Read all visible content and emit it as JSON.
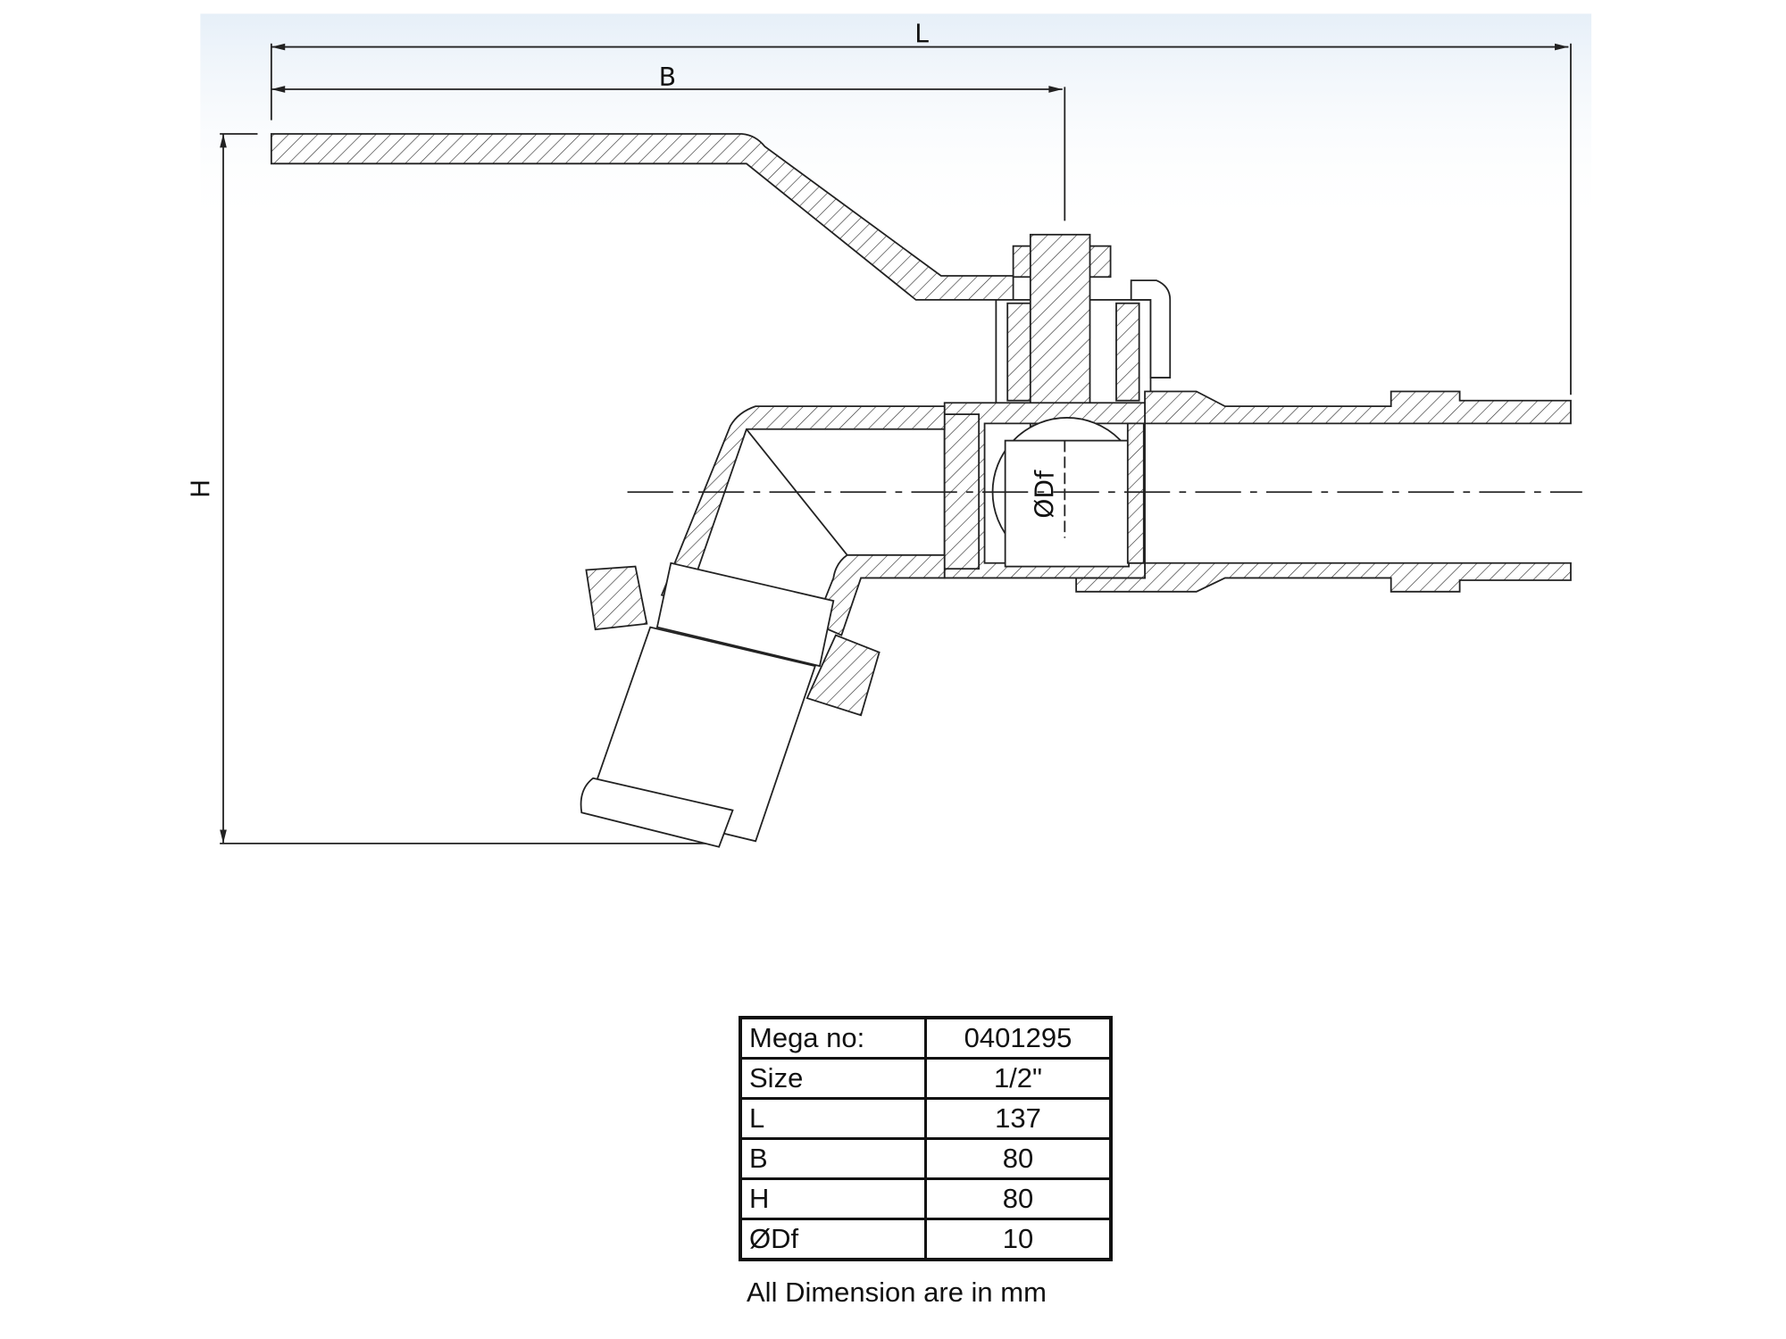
{
  "drawing": {
    "labels": {
      "L": "L",
      "B": "B",
      "H": "H",
      "Df": "ØDf"
    },
    "colors": {
      "line": "#222222",
      "background_tint": "#eef4fa"
    }
  },
  "spec_table": {
    "rows": [
      {
        "label": "Mega no:",
        "value": "0401295"
      },
      {
        "label": "Size",
        "value": "1/2\""
      },
      {
        "label": "L",
        "value": "137"
      },
      {
        "label": "B",
        "value": "80"
      },
      {
        "label": "H",
        "value": "80"
      },
      {
        "label": "ØDf",
        "value": "10"
      }
    ],
    "footnote": "All Dimension are in mm"
  }
}
